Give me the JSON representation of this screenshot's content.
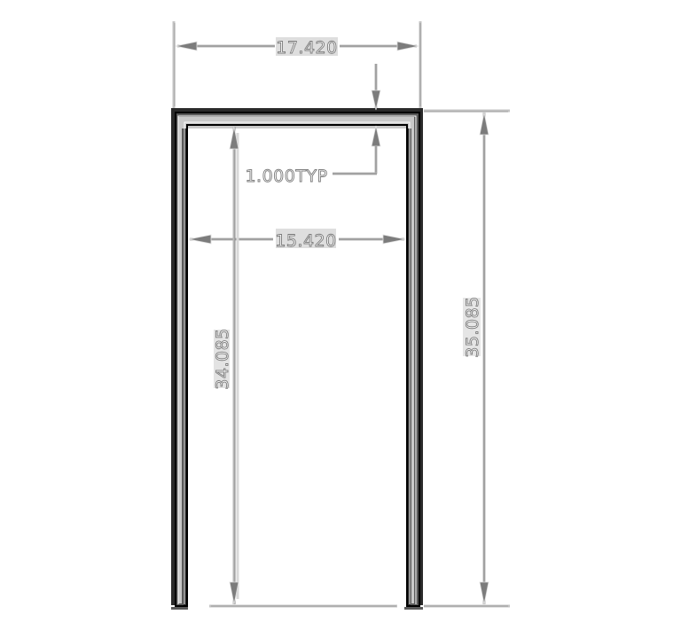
{
  "drawing": {
    "type": "U-channel cross-section (inverted U frame)",
    "line_color": "#1e1e1e",
    "dimension_color": "#9a9a9a",
    "background": "#ffffff"
  },
  "dimensions": {
    "outer_width": {
      "label": "17.420",
      "orientation": "horizontal"
    },
    "thickness": {
      "label": "1.000TYP",
      "orientation": "vertical-leader"
    },
    "inner_width": {
      "label": "15.420",
      "orientation": "horizontal"
    },
    "inner_height": {
      "label": "34.085",
      "orientation": "vertical"
    },
    "outer_height": {
      "label": "35.085",
      "orientation": "vertical"
    }
  }
}
